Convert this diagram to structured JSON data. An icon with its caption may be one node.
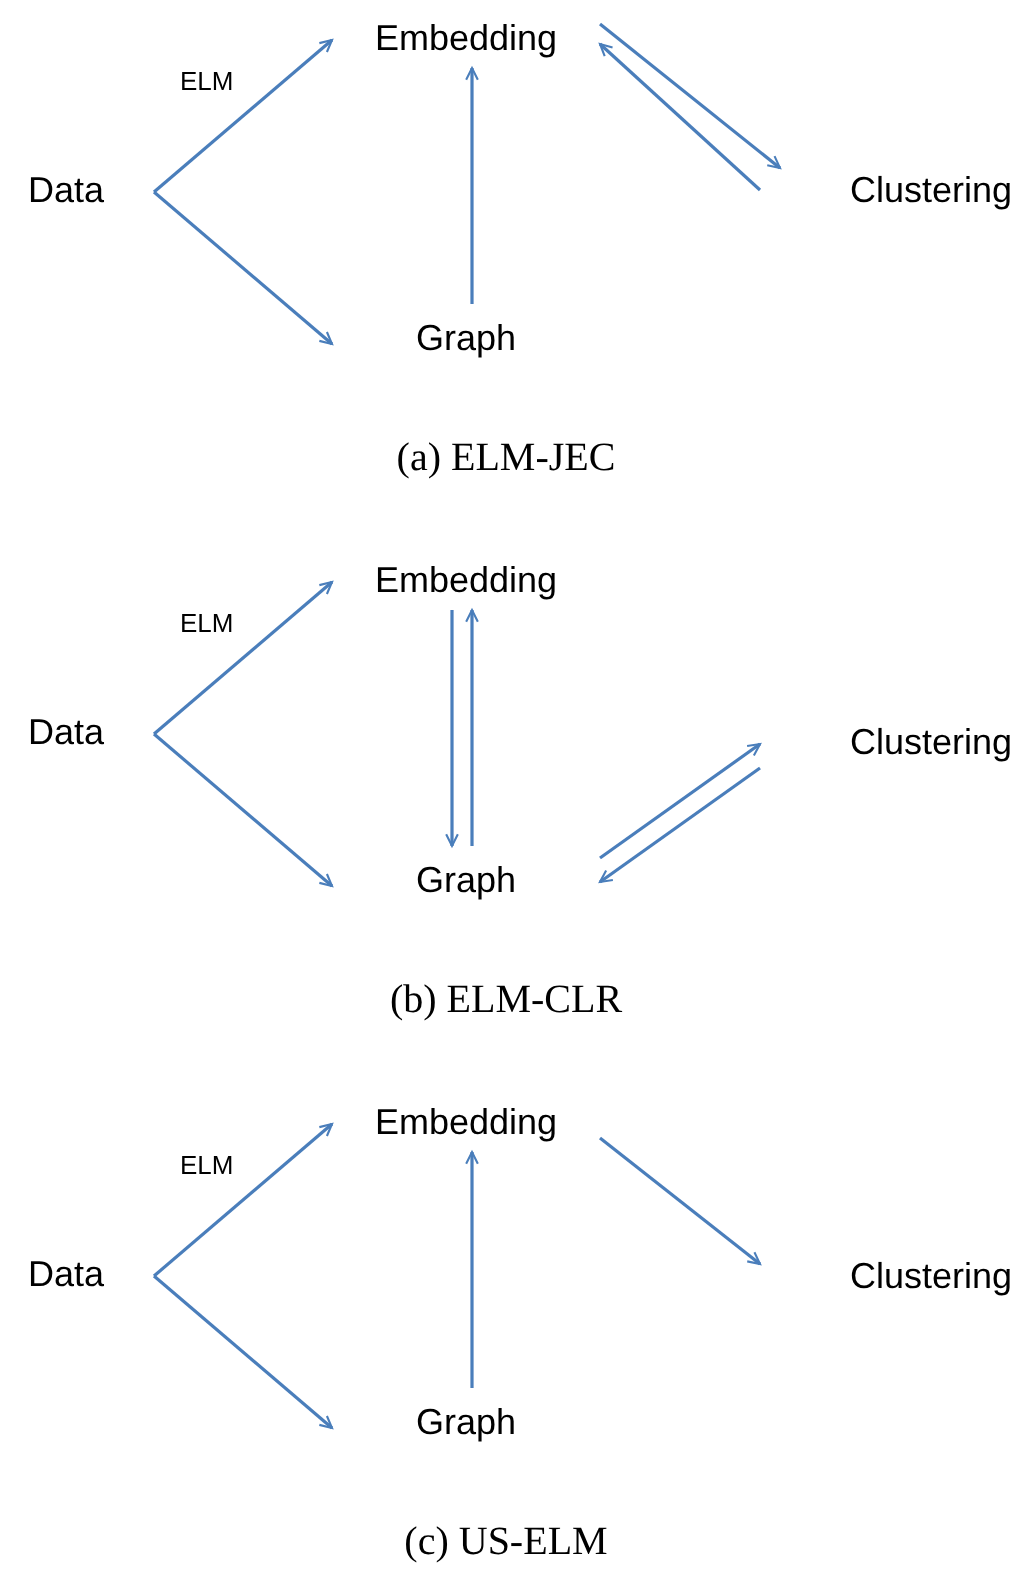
{
  "diagram": {
    "nodes": [
      {
        "text": [
          "Data"
        ]
      },
      {
        "text": [
          "Embedding"
        ]
      },
      {
        "text": [
          "Graph"
        ]
      },
      {
        "text": [
          "Clustering"
        ]
      },
      {
        "text": [
          "Data"
        ]
      },
      {
        "text": [
          "Embedding"
        ]
      },
      {
        "text": [
          "Graph"
        ]
      },
      {
        "text": [
          "Clustering"
        ]
      },
      {
        "text": [
          "Data"
        ]
      },
      {
        "text": [
          "Embedding"
        ]
      },
      {
        "text": [
          "Graph"
        ]
      },
      {
        "text": [
          "Clustering"
        ]
      }
    ],
    "edges": [
      {
        "from": 0,
        "to": 1,
        "arrow": "to",
        "label": "ELM"
      },
      {
        "from": 0,
        "to": 2,
        "arrow": "to"
      },
      {
        "from": 2,
        "to": 1,
        "arrow": "to"
      },
      {
        "from": 1,
        "to": 3,
        "arrow": "to"
      },
      {
        "from": 3,
        "to": 1,
        "arrow": "to"
      },
      {
        "from": 4,
        "to": 5,
        "arrow": "to",
        "label": "ELM"
      },
      {
        "from": 4,
        "to": 6,
        "arrow": "to"
      },
      {
        "from": 5,
        "to": 6,
        "arrow": "to"
      },
      {
        "from": 6,
        "to": 5,
        "arrow": "to"
      },
      {
        "from": 6,
        "to": 7,
        "arrow": "to"
      },
      {
        "from": 7,
        "to": 6,
        "arrow": "to"
      },
      {
        "from": 8,
        "to": 9,
        "arrow": "to",
        "label": "ELM"
      },
      {
        "from": 8,
        "to": 10,
        "arrow": "to"
      },
      {
        "from": 10,
        "to": 9,
        "arrow": "to"
      },
      {
        "from": 9,
        "to": 11,
        "arrow": "to"
      }
    ],
    "labels": [
      "(a) ELM-JEC",
      "(b) ELM-CLR",
      "(c) US-ELM"
    ]
  }
}
